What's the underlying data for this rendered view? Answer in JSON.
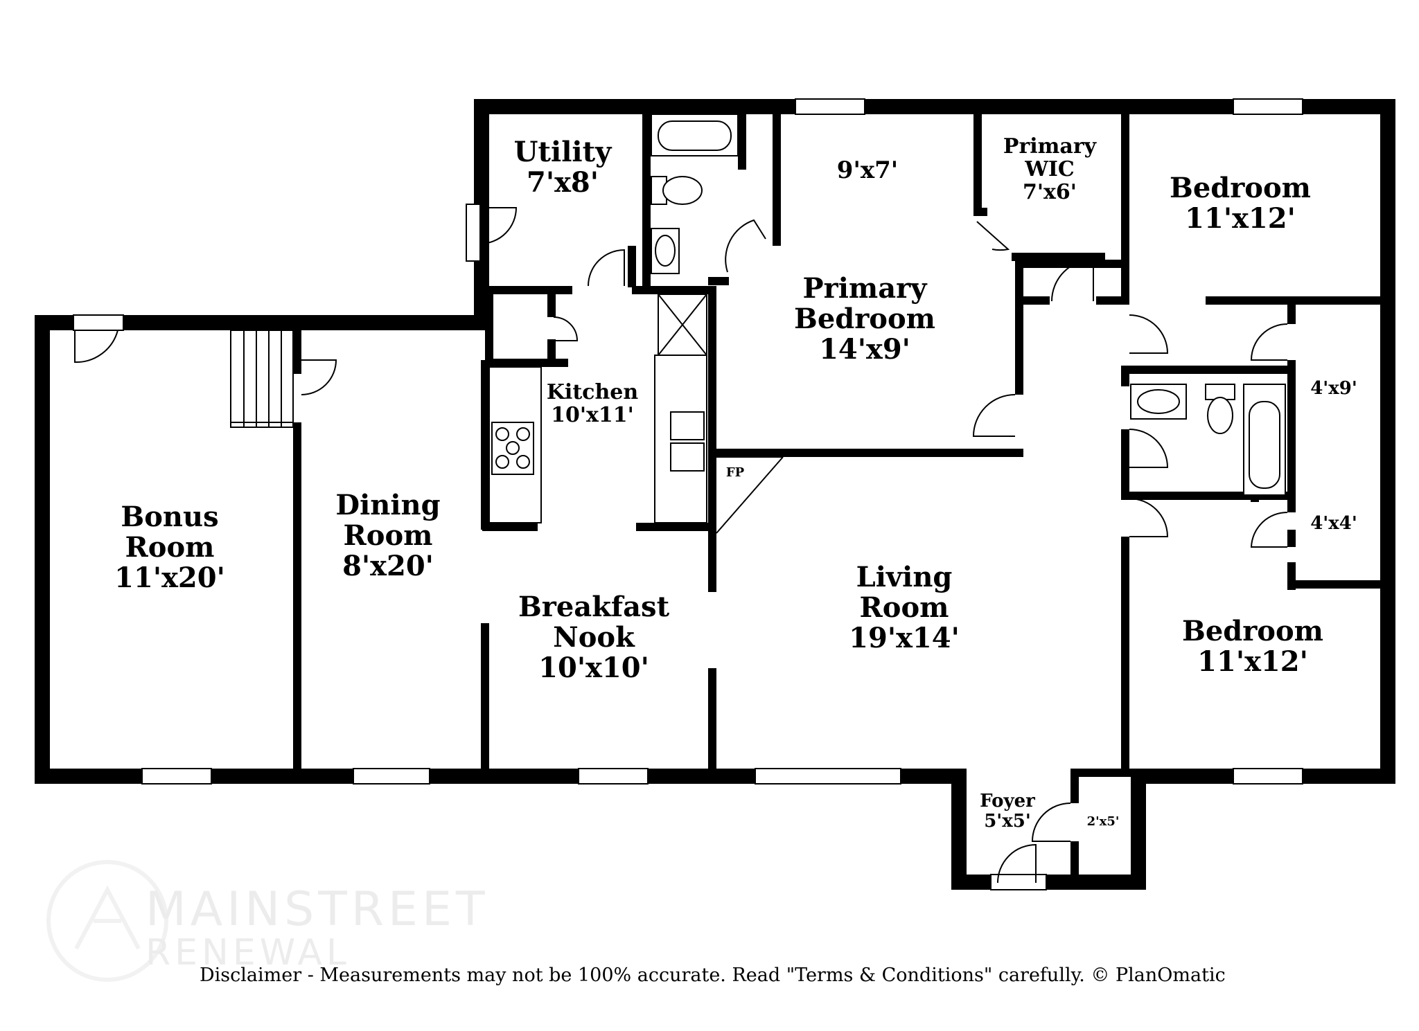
{
  "rooms": {
    "utility": {
      "name": "Utility",
      "size": "7'x8'"
    },
    "bath_top": {
      "size": "9'x7'"
    },
    "primary_wic": {
      "name_line1": "Primary",
      "name_line2": "WIC",
      "size": "7'x6'"
    },
    "bedroom_top": {
      "name": "Bedroom",
      "size": "11'x12'"
    },
    "primary_bedroom": {
      "name_line1": "Primary",
      "name_line2": "Bedroom",
      "size": "14'x9'"
    },
    "kitchen": {
      "name": "Kitchen",
      "size": "10'x11'"
    },
    "fireplace": {
      "name": "FP"
    },
    "closet_4x9": {
      "size": "4'x9'"
    },
    "closet_4x4": {
      "size": "4'x4'"
    },
    "bonus_room": {
      "name_line1": "Bonus",
      "name_line2": "Room",
      "size": "11'x20'"
    },
    "dining_room": {
      "name_line1": "Dining",
      "name_line2": "Room",
      "size": "8'x20'"
    },
    "breakfast_nook": {
      "name_line1": "Breakfast",
      "name_line2": "Nook",
      "size": "10'x10'"
    },
    "living_room": {
      "name_line1": "Living",
      "name_line2": "Room",
      "size": "19'x14'"
    },
    "bedroom_bottom": {
      "name": "Bedroom",
      "size": "11'x12'"
    },
    "foyer": {
      "name": "Foyer",
      "size": "5'x5'"
    },
    "closet_2x5": {
      "size": "2'x5'"
    }
  },
  "watermark": {
    "line1": "MAINSTREET",
    "line2": "RENEWAL"
  },
  "disclaimer": "Disclaimer - Measurements may not be 100% accurate. Read \"Terms & Conditions\" carefully. © PlanOmatic"
}
